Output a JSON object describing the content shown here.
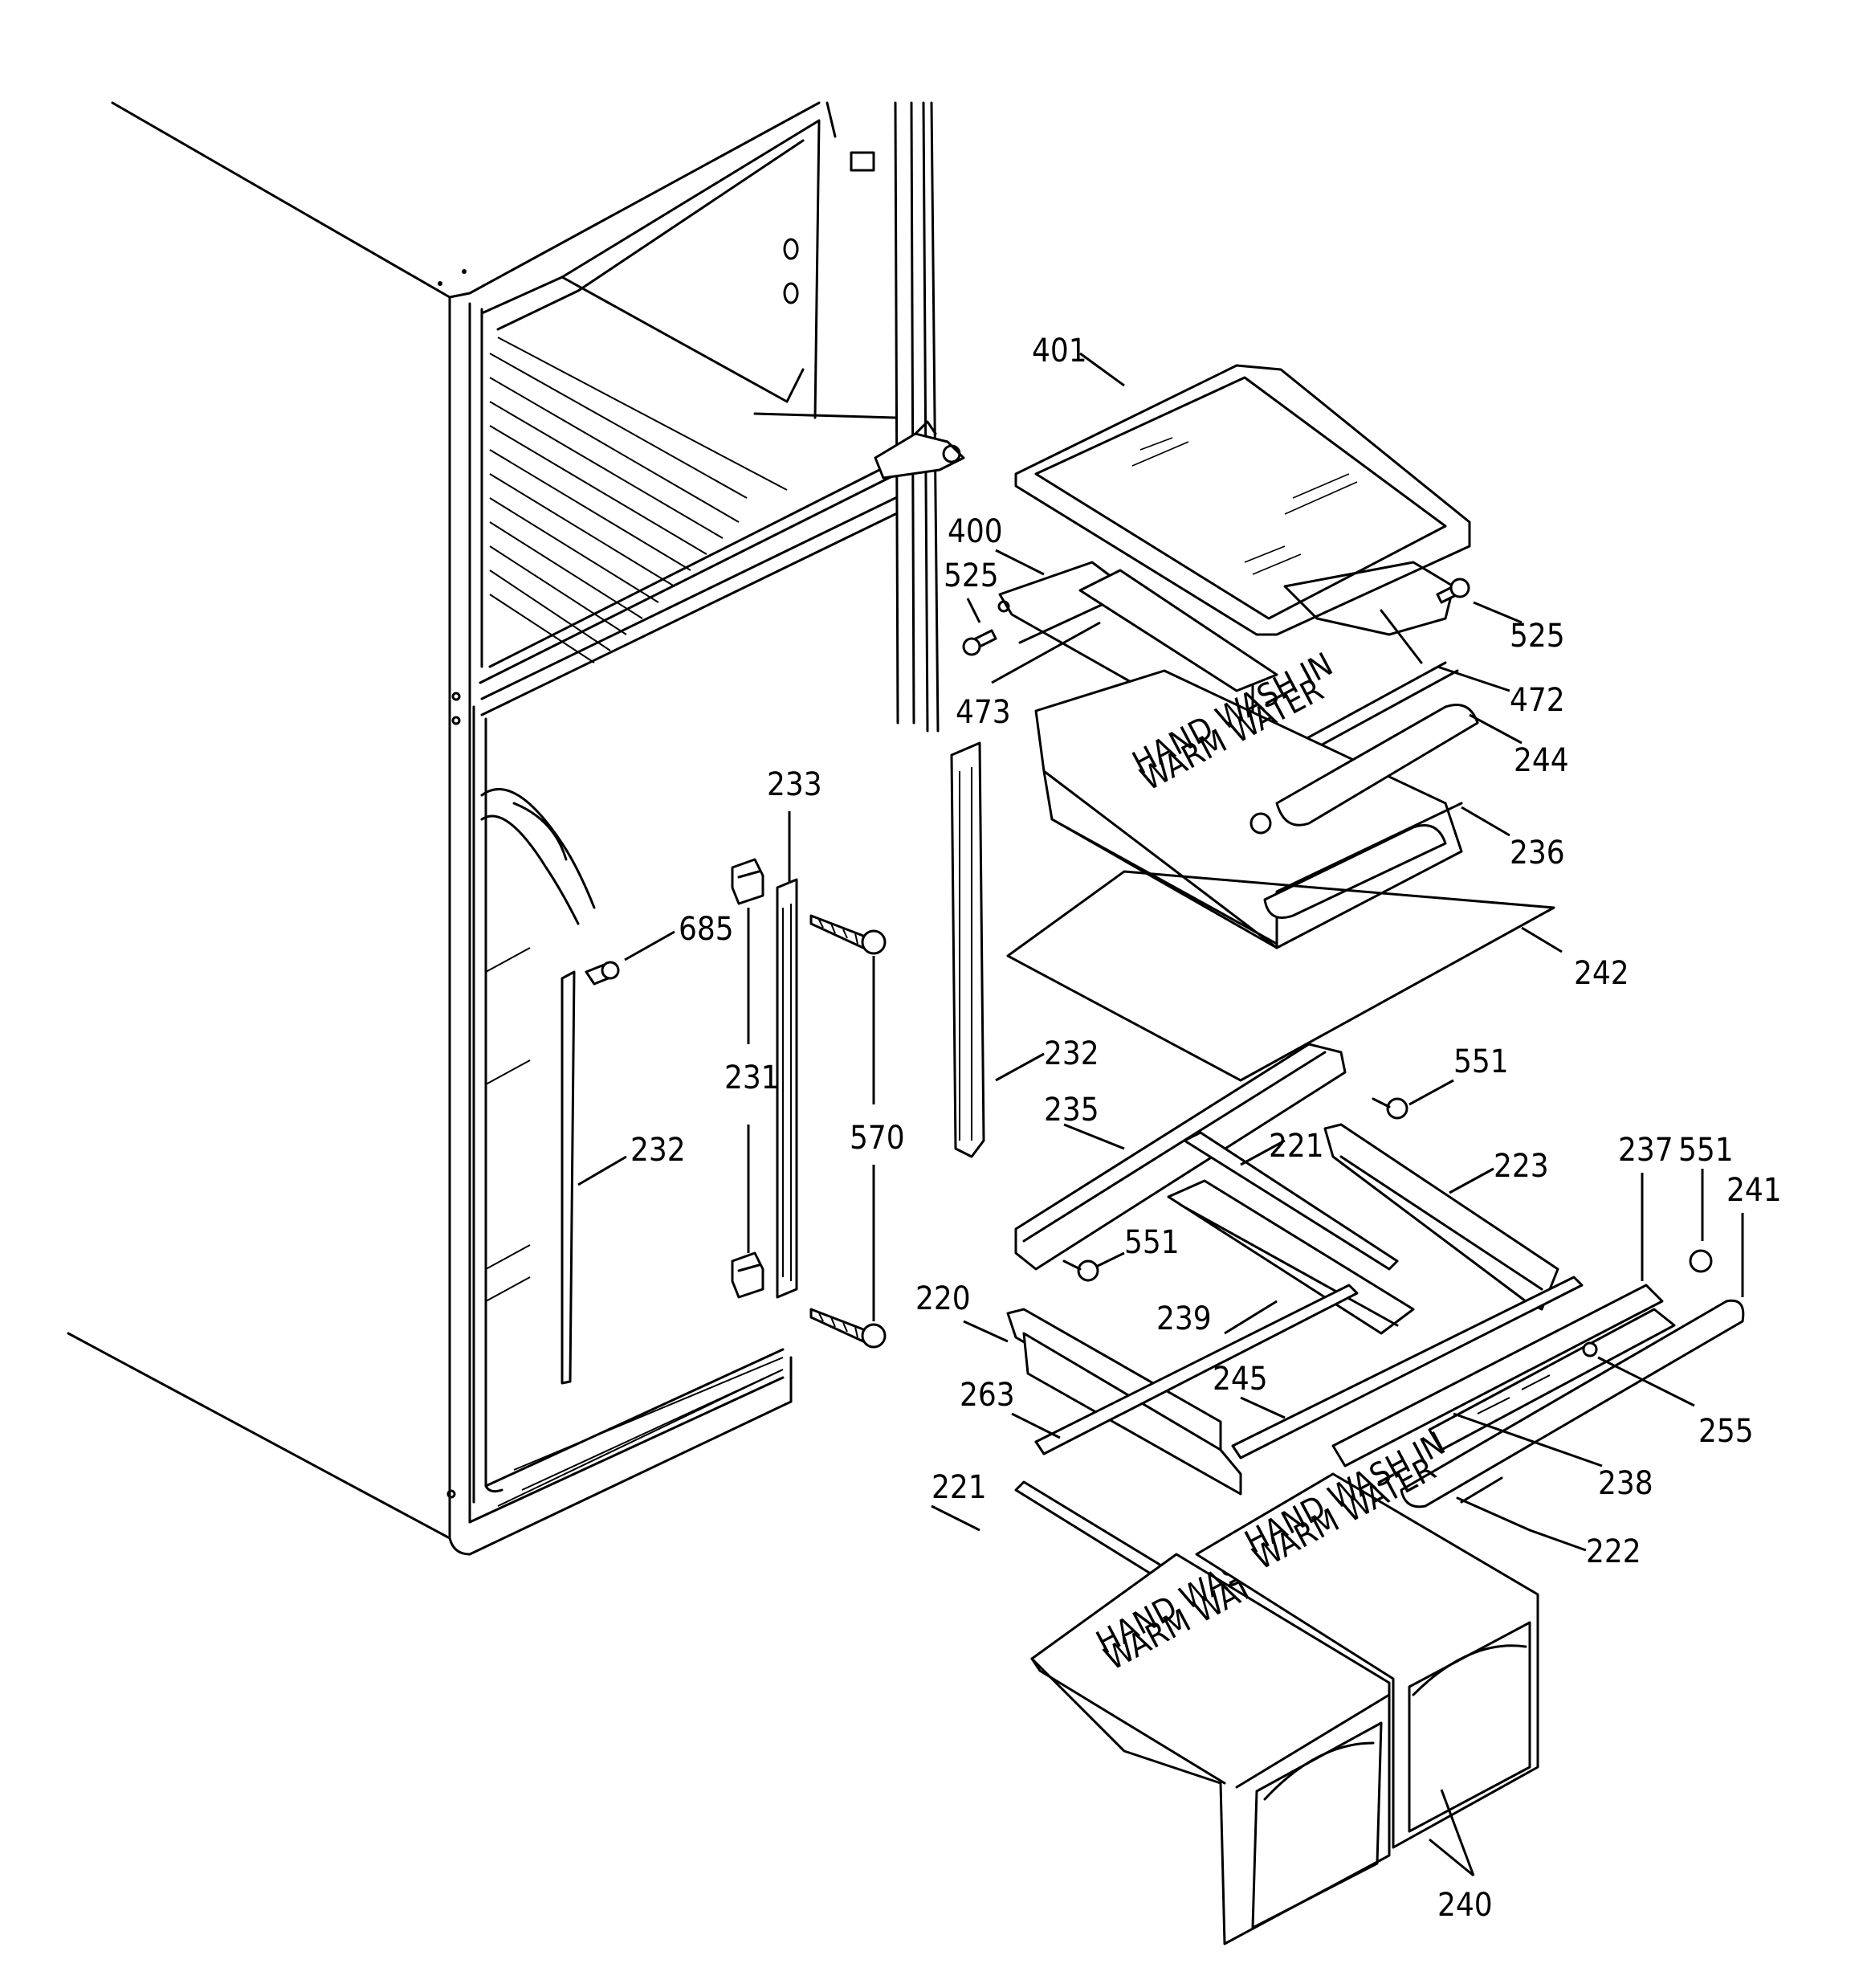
{
  "labels": {
    "p401": "401",
    "p400": "400",
    "p525a": "525",
    "p525b": "525",
    "p473": "473",
    "p472": "472",
    "p244": "244",
    "p236": "236",
    "p242": "242",
    "p233": "233",
    "p685": "685",
    "p231": "231",
    "p570": "570",
    "p232a": "232",
    "p232b": "232",
    "p551a": "551",
    "p551b": "551",
    "p551c": "551",
    "p235": "235",
    "p221a": "221",
    "p221b": "221",
    "p223": "223",
    "p237": "237",
    "p241": "241",
    "p220": "220",
    "p239": "239",
    "p263": "263",
    "p245": "245",
    "p255": "255",
    "p238": "238",
    "p222": "222",
    "p240": "240"
  },
  "bin_text": {
    "line1": "HAND WASH IN",
    "line2": "WARM WATER"
  }
}
